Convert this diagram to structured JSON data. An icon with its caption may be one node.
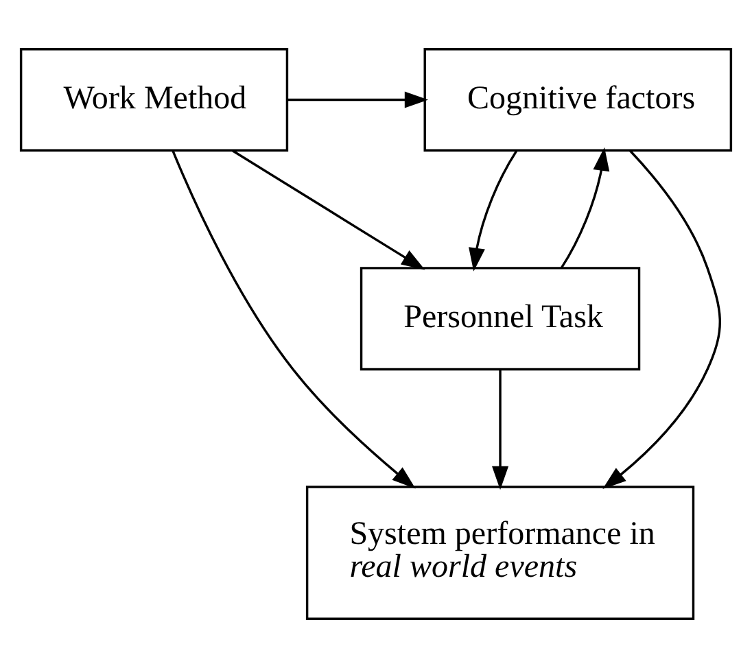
{
  "diagram": {
    "nodes": [
      {
        "text": [
          "Work Method"
        ]
      },
      {
        "text": [
          "Cognitive factors"
        ]
      },
      {
        "text": [
          "Personnel Task"
        ]
      },
      {
        "text": [
          "System performance in *real world events*"
        ]
      }
    ],
    "edges": [
      {
        "from": 0,
        "to": 1,
        "arrow": "to"
      },
      {
        "from": 0,
        "to": 2,
        "arrow": "to"
      },
      {
        "from": 0,
        "to": 3,
        "arrow": "to"
      },
      {
        "from": 1,
        "to": 2,
        "arrow": "to"
      },
      {
        "from": 2,
        "to": 1,
        "arrow": "to"
      },
      {
        "from": 1,
        "to": 3,
        "arrow": "to"
      },
      {
        "from": 2,
        "to": 3,
        "arrow": "to"
      }
    ]
  }
}
